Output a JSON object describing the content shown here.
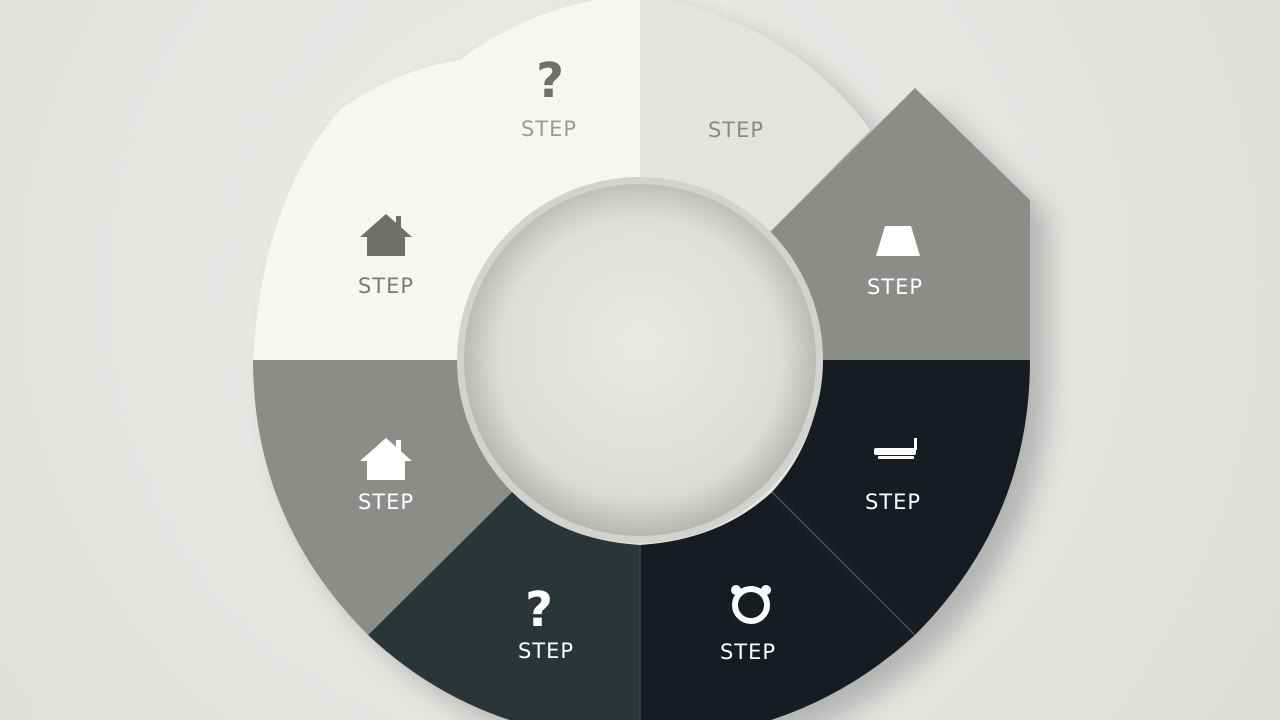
{
  "diagram": {
    "segments": [
      {
        "label": "STEP",
        "icon": "question-mark-icon",
        "fill": "#f6f6f3",
        "text_color": "#9a9a96"
      },
      {
        "label": "STEP",
        "icon": "none",
        "fill": "#e3e3df",
        "text_color": "#8a8a86"
      },
      {
        "label": "STEP",
        "icon": "road-icon",
        "fill": "#8b8e88",
        "text_color": "#ffffff"
      },
      {
        "label": "STEP",
        "icon": "bench-icon",
        "fill": "#161a22",
        "text_color": "#ffffff"
      },
      {
        "label": "STEP",
        "icon": "alarm-clock-icon",
        "fill": "#161a22",
        "text_color": "#ffffff"
      },
      {
        "label": "STEP",
        "icon": "question-mark-icon",
        "fill": "#2c3637",
        "text_color": "#ffffff"
      },
      {
        "label": "STEP",
        "icon": "house-icon",
        "fill": "#8b8e88",
        "text_color": "#ffffff"
      },
      {
        "label": "STEP",
        "icon": "house-icon",
        "fill": "#f6f6f3",
        "text_color": "#7a7a76"
      }
    ],
    "colors": {
      "background": "#e7e7e4",
      "center_circle": "#dededb",
      "icon_light": "#6f706c",
      "icon_dark": "#ffffff"
    }
  }
}
